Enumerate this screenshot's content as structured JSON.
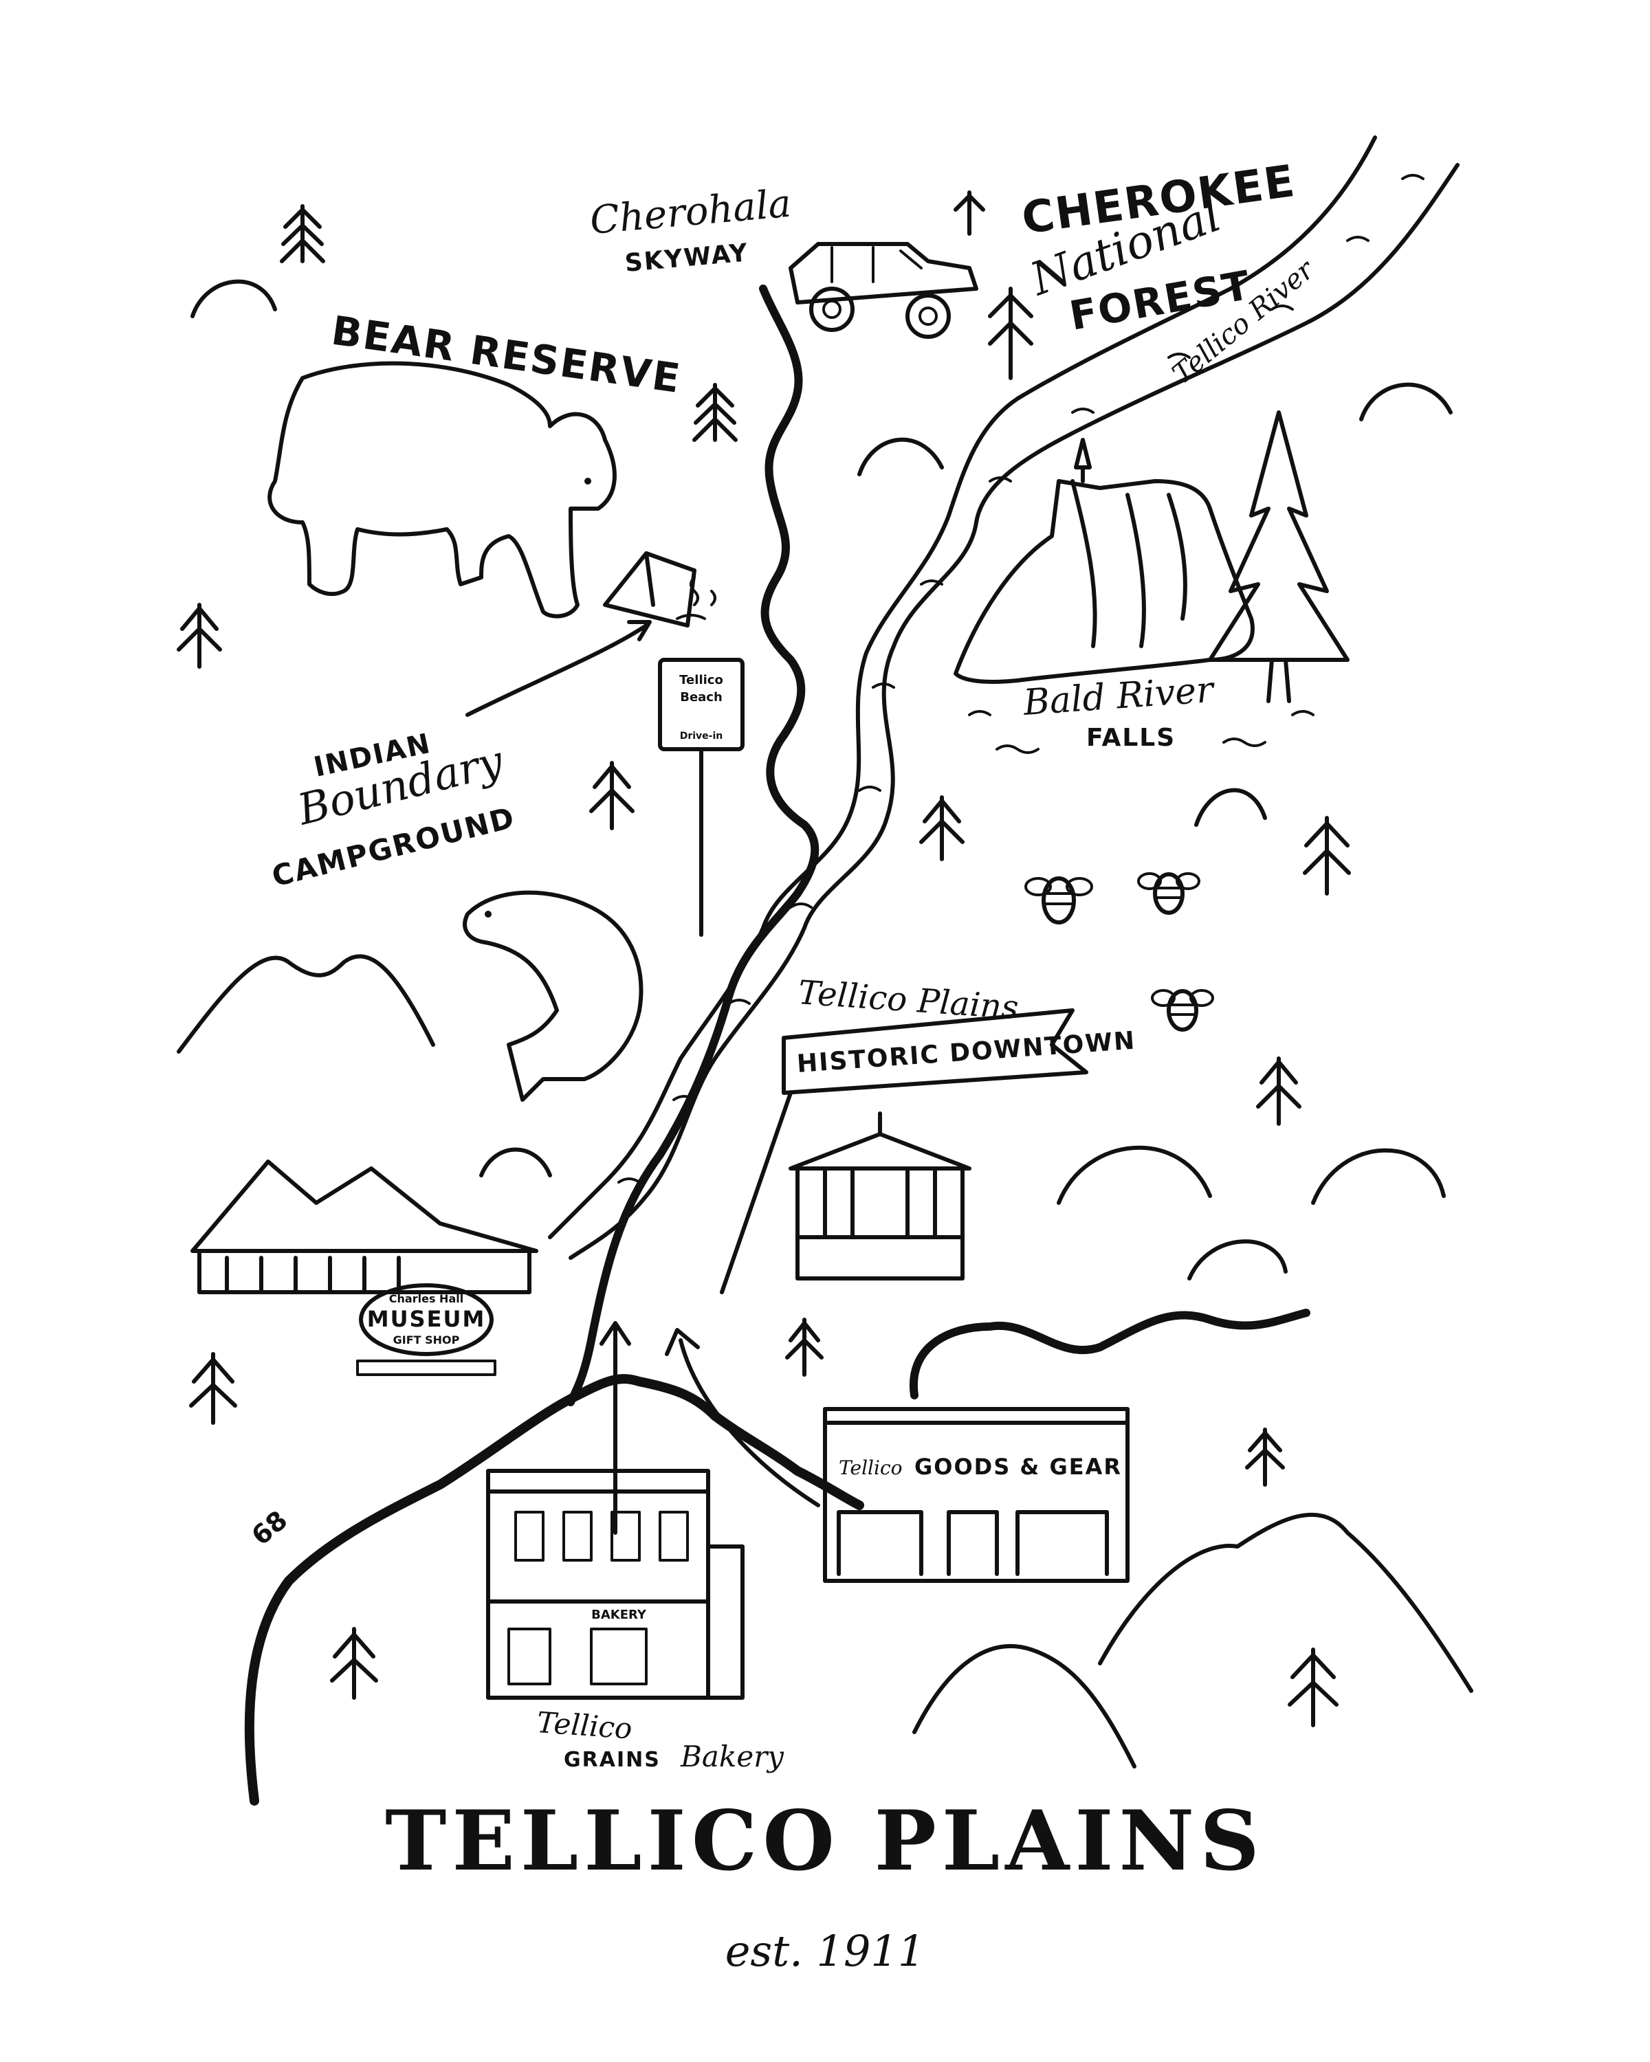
{
  "map": {
    "route_number": "68",
    "labels": {
      "cherohala_script": "Cherohala",
      "cherohala_caps": "SKYWAY",
      "cherokee_1": "CHEROKEE",
      "cherokee_2": "National",
      "cherokee_3": "FOREST",
      "tellico_river": "Tellico River",
      "bear_reserve": "BEAR RESERVE",
      "indian_1": "INDIAN",
      "indian_2": "Boundary",
      "indian_3": "CAMPGROUND",
      "drive_in_1": "Tellico",
      "drive_in_2": "Beach",
      "drive_in_3": "Drive-in",
      "bald_river_1": "Bald River",
      "bald_river_2": "FALLS",
      "historic_1": "Tellico Plains",
      "historic_2": "HISTORIC DOWNTOWN",
      "museum_top": "Charles Hall",
      "museum_main": "MUSEUM",
      "museum_bottom": "GIFT SHOP",
      "goods_script": "Tellico",
      "goods_caps": "GOODS & GEAR",
      "bakery_sign": "BAKERY",
      "grains_1": "Tellico",
      "grains_2": "GRAINS",
      "grains_3": "Bakery",
      "title": "TELLICO PLAINS",
      "est": "est. 1911"
    }
  }
}
